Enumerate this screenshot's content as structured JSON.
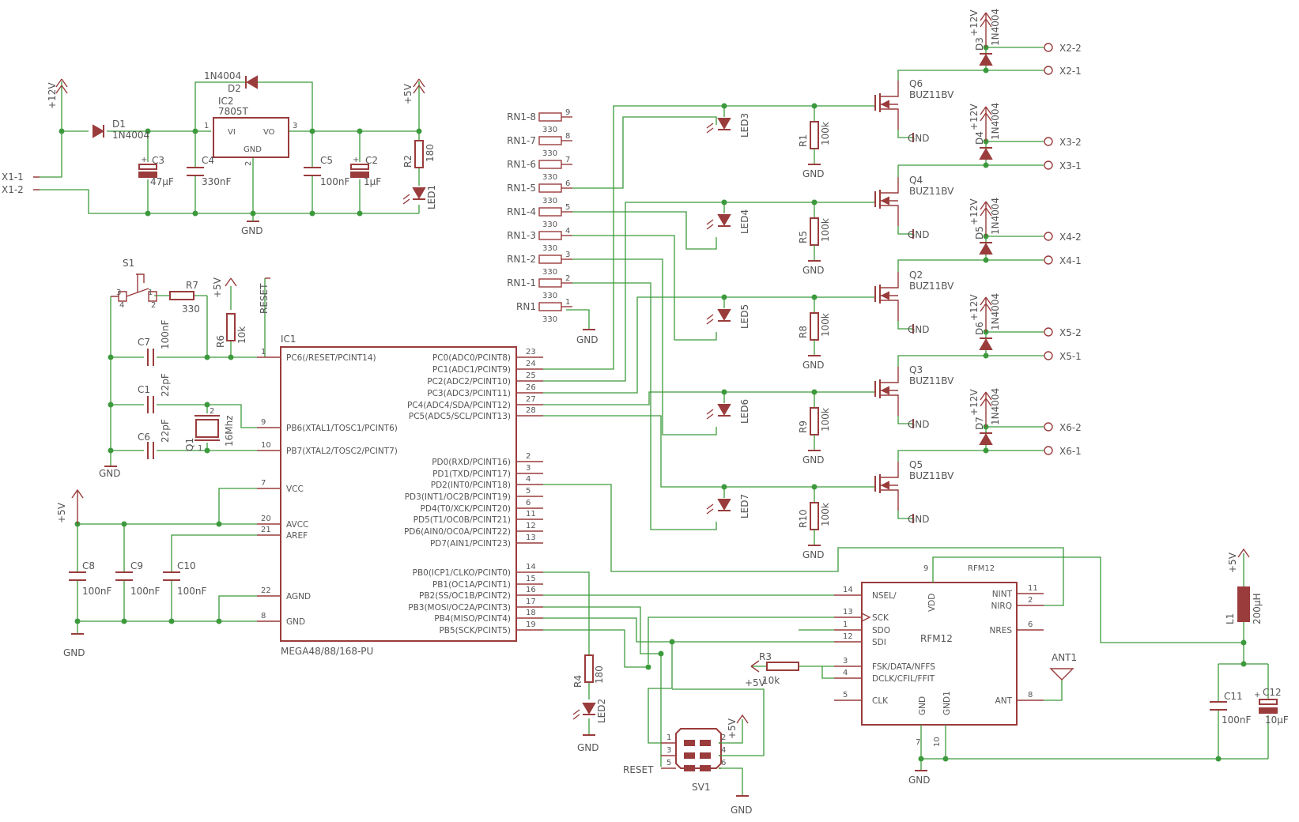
{
  "power": {
    "v12": "+12V",
    "v5": "+5V",
    "gnd": "GND"
  },
  "psu": {
    "x11": "X1-1",
    "x12": "X1-2",
    "d1": "D1",
    "d1v": "1N4004",
    "d2": "D2",
    "d2v": "1N4004",
    "ic2": "IC2",
    "ic2v": "7805T",
    "vi": "VI",
    "vo": "VO",
    "gndpin": "GND",
    "c3": "C3",
    "c3v": "47µF",
    "c4": "C4",
    "c4v": "330nF",
    "c5": "C5",
    "c5v": "100nF",
    "c2": "C2",
    "c2v": "1µF",
    "r2": "R2",
    "r2v": "180",
    "led1": "LED1"
  },
  "reset": {
    "s1": "S1",
    "r7": "R7",
    "r7v": "330",
    "r6": "R6",
    "r6v": "10k",
    "label": "RESET"
  },
  "clock": {
    "c7": "C7",
    "c7v": "100nF",
    "c1": "C1",
    "c1v": "22pF",
    "c6": "C6",
    "c6v": "22pF",
    "q1": "Q1",
    "q1v": "16Mhz"
  },
  "decoupling": {
    "c8": "C8",
    "c9": "C9",
    "c10": "C10",
    "cv": "100nF"
  },
  "mcu": {
    "name": "IC1",
    "part": "MEGA48/88/168-PU",
    "left_pins": [
      {
        "num": "1",
        "name": "PC6(/RESET/PCINT14)"
      },
      {
        "num": "9",
        "name": "PB6(XTAL1/TOSC1/PCINT6)"
      },
      {
        "num": "10",
        "name": "PB7(XTAL2/TOSC2/PCINT7)"
      },
      {
        "num": "7",
        "name": "VCC"
      },
      {
        "num": "20",
        "name": "AVCC"
      },
      {
        "num": "21",
        "name": "AREF"
      },
      {
        "num": "22",
        "name": "AGND"
      },
      {
        "num": "8",
        "name": "GND"
      }
    ],
    "right_pins": [
      {
        "num": "23",
        "name": "PC0(ADC0/PCINT8)"
      },
      {
        "num": "24",
        "name": "PC1(ADC1/PCINT9)"
      },
      {
        "num": "25",
        "name": "PC2(ADC2/PCINT10)"
      },
      {
        "num": "26",
        "name": "PC3(ADC3/PCINT11)"
      },
      {
        "num": "27",
        "name": "PC4(ADC4/SDA/PCINT12)"
      },
      {
        "num": "28",
        "name": "PC5(ADC5/SCL/PCINT13)"
      },
      {
        "num": "2",
        "name": "PD0(RXD/PCINT16)"
      },
      {
        "num": "3",
        "name": "PD1(TXD/PCINT17)"
      },
      {
        "num": "4",
        "name": "PD2(INT0/PCINT18)"
      },
      {
        "num": "5",
        "name": "PD3(INT1/OC2B/PCINT19)"
      },
      {
        "num": "6",
        "name": "PD4(T0/XCK/PCINT20)"
      },
      {
        "num": "11",
        "name": "PD5(T1/OC0B/PCINT21)"
      },
      {
        "num": "12",
        "name": "PD6(AIN0/OC0A/PCINT22)"
      },
      {
        "num": "13",
        "name": "PD7(AIN1/PCINT23)"
      },
      {
        "num": "14",
        "name": "PB0(ICP1/CLKO/PCINT0)"
      },
      {
        "num": "15",
        "name": "PB1(OC1A/PCINT1)"
      },
      {
        "num": "16",
        "name": "PB2(SS/OC1B/PCINT2)"
      },
      {
        "num": "17",
        "name": "PB3(MOSI/OC2A/PCINT3)"
      },
      {
        "num": "18",
        "name": "PB4(MISO/PCINT4)"
      },
      {
        "num": "19",
        "name": "PB5(SCK/PCINT5)"
      }
    ]
  },
  "led2": {
    "r4": "R4",
    "r4v": "180",
    "led": "LED2"
  },
  "rn": {
    "name": "RN1",
    "value": "330",
    "pins": [
      "RN1-8",
      "RN1-7",
      "RN1-6",
      "RN1-5",
      "RN1-4",
      "RN1-3",
      "RN1-2",
      "RN1-1",
      "RN1"
    ],
    "nums": [
      "9",
      "8",
      "7",
      "6",
      "5",
      "4",
      "3",
      "2",
      "1"
    ]
  },
  "channels": [
    {
      "led": "LED3",
      "r": "R1",
      "q": "Q6",
      "d": "D3",
      "x2": "X2-2",
      "x1": "X2-1"
    },
    {
      "led": "LED4",
      "r": "R5",
      "q": "Q4",
      "d": "D4",
      "x2": "X3-2",
      "x1": "X3-1"
    },
    {
      "led": "LED5",
      "r": "R8",
      "q": "Q2",
      "d": "D5",
      "x2": "X4-2",
      "x1": "X4-1"
    },
    {
      "led": "LED6",
      "r": "R9",
      "q": "Q3",
      "d": "D6",
      "x2": "X5-2",
      "x1": "X5-1"
    },
    {
      "led": "LED7",
      "r": "R10",
      "q": "Q5",
      "d": "D7",
      "x2": "X6-2",
      "x1": "X6-1"
    }
  ],
  "channel_values": {
    "r": "100k",
    "q": "BUZ11BV",
    "d": "1N4004"
  },
  "rfm": {
    "name": "RFM12",
    "title": "RFM12",
    "left_pins": [
      {
        "num": "14",
        "name": "NSEL/"
      },
      {
        "num": "13",
        "name": "SCK"
      },
      {
        "num": "1",
        "name": "SDO"
      },
      {
        "num": "12",
        "name": "SDI"
      },
      {
        "num": "3",
        "name": "FSK/DATA/NFFS"
      },
      {
        "num": "4",
        "name": "DCLK/CFIL/FFIT"
      },
      {
        "num": "5",
        "name": "CLK"
      }
    ],
    "right_pins": [
      {
        "num": "11",
        "name": "NINT"
      },
      {
        "num": "2",
        "name": "NIRQ"
      },
      {
        "num": "6",
        "name": "NRES"
      },
      {
        "num": "8",
        "name": "ANT"
      }
    ],
    "top_pin": {
      "num": "9",
      "name": "VDD"
    },
    "bottom_pins": [
      {
        "num": "7",
        "name": "GND"
      },
      {
        "num": "10",
        "name": "GND1"
      }
    ],
    "r3": "R3",
    "r3v": "10k",
    "ant": "ANT1"
  },
  "filter": {
    "l1": "L1",
    "l1v": "200µH",
    "c11": "C11",
    "c11v": "100nF",
    "c12": "C12",
    "c12v": "10µF"
  },
  "isp": {
    "name": "SV1",
    "reset": "RESET",
    "pins": [
      "1",
      "2",
      "3",
      "4",
      "5",
      "6"
    ]
  }
}
